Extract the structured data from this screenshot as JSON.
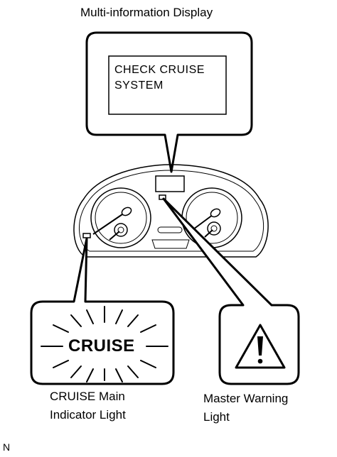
{
  "title": "Multi-information Display",
  "display_message": {
    "line1": "CHECK  CRUISE",
    "line2": "SYSTEM"
  },
  "cruise_callout": {
    "text": "CRUISE",
    "caption_line1": "CRUISE Main",
    "caption_line2": "Indicator Light"
  },
  "warning_callout": {
    "icon": "warning-triangle-icon",
    "caption_line1": "Master Warning",
    "caption_line2": "Light"
  },
  "footer_code": "N"
}
